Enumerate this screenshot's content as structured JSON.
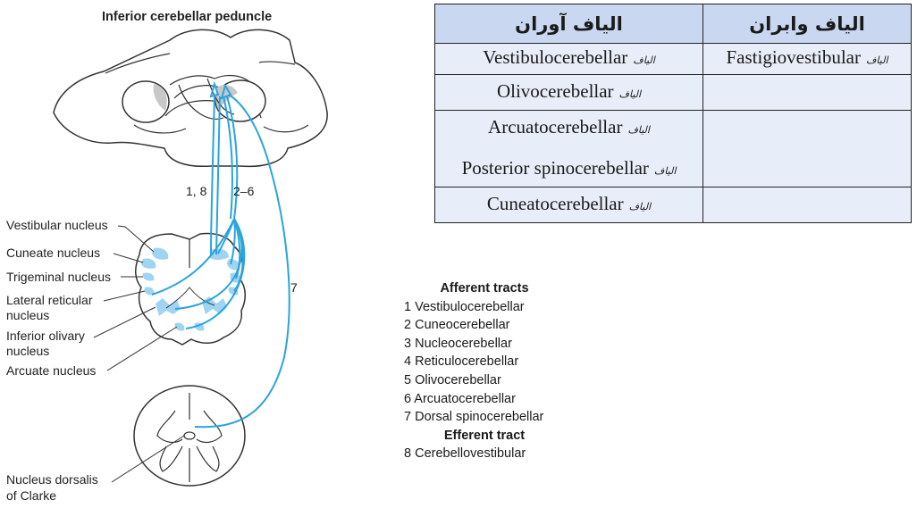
{
  "figure": {
    "title": "Inferior cerebellar peduncle",
    "pathway_labels": {
      "left": "1, 8",
      "right": "2–6",
      "far": "7"
    },
    "nuclei_labels": [
      "Vestibular nucleus",
      "Cuneate nucleus",
      "Trigeminal nucleus",
      "Lateral reticular",
      "nucleus",
      "Inferior olivary",
      "nucleus",
      "Arcuate nucleus"
    ],
    "clarke_label": [
      "Nucleus dorsalis",
      "of Clarke"
    ],
    "colors": {
      "tract": "#2aa4dc",
      "nucleus": "#9fd4f2",
      "peduncle_highlight": "#c8c8c8"
    }
  },
  "table": {
    "header_efferent": "الیاف وابران",
    "header_afferent": "الیاف آوران",
    "fiber_word": "الیاف",
    "rows": [
      {
        "afferent": [
          "Vestibulocerebellar"
        ],
        "efferent": "Fastigiovestibular"
      },
      {
        "afferent": [
          "Olivocerebellar"
        ],
        "efferent": ""
      },
      {
        "afferent": [
          "Arcuatocerebellar",
          "Posterior spinocerebellar"
        ],
        "efferent": ""
      },
      {
        "afferent": [
          "Cuneatocerebellar"
        ],
        "efferent": ""
      }
    ],
    "colors": {
      "header_bg": "#c9d8f0",
      "cell_bg": "#e8eef9"
    }
  },
  "legend": {
    "afferent_heading": "Afferent tracts",
    "afferent_items": [
      "1 Vestibulocerebellar",
      "2 Cuneocerebellar",
      "3 Nucleocerebellar",
      "4 Reticulocerebellar",
      "5 Olivocerebellar",
      "6 Arcuatocerebellar",
      "7 Dorsal spinocerebellar"
    ],
    "efferent_heading": "Efferent tract",
    "efferent_items": [
      "8 Cerebellovestibular"
    ]
  }
}
